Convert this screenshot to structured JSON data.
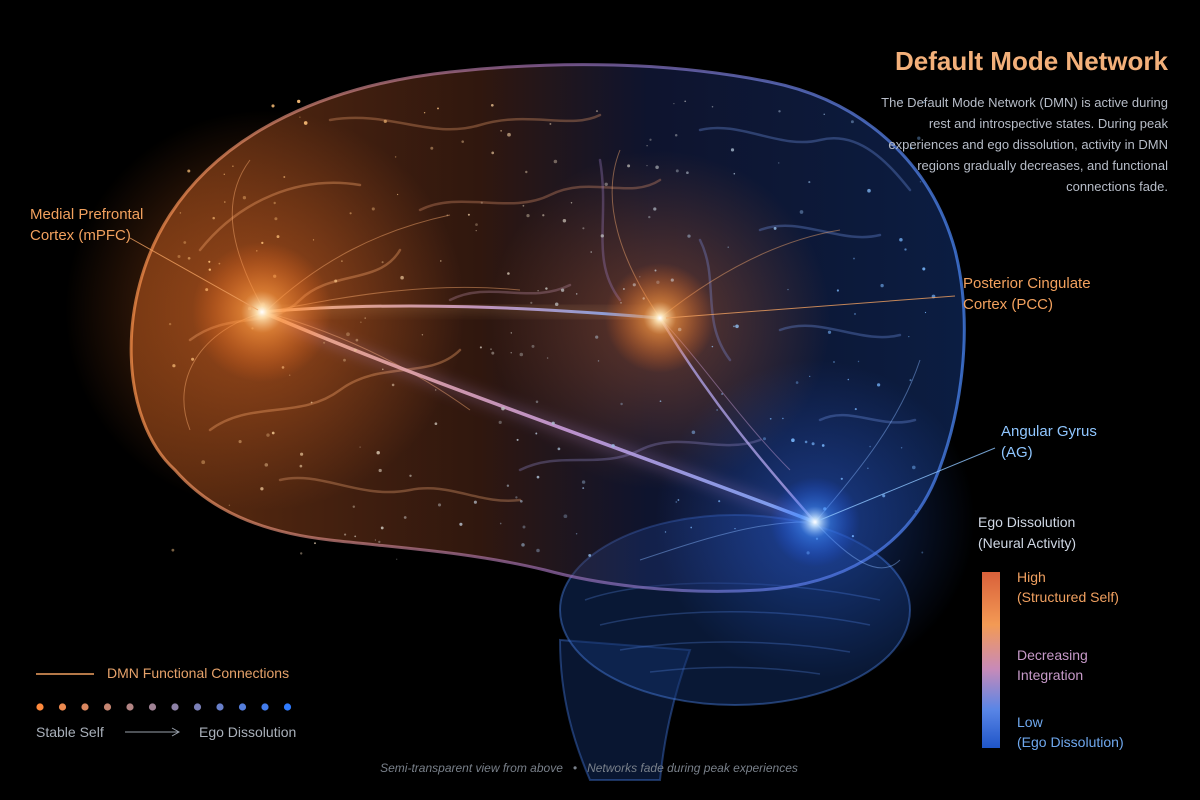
{
  "title": "Default Mode Network",
  "description": "The Default Mode Network (DMN) is active during rest and introspective states. During peak experiences and ego dissolution, activity in DMN regions gradually decreases, and functional connections fade.",
  "regions": {
    "mpfc": {
      "line1": "Medial Prefrontal",
      "line2": "Cortex (mPFC)"
    },
    "pcc": {
      "line1": "Posterior Cingulate",
      "line2": "Cortex (PCC)"
    },
    "ag": {
      "line1": "Angular Gyrus",
      "line2": "(AG)"
    }
  },
  "scale": {
    "title_line1": "Ego Dissolution",
    "title_line2": "(Neural Activity)",
    "high_line1": "High",
    "high_line2": "(Structured Self)",
    "mid_line1": "Decreasing",
    "mid_line2": "Integration",
    "low_line1": "Low",
    "low_line2": "(Ego Dissolution)"
  },
  "legend": {
    "connections": "DMN Functional Connections",
    "from": "Stable Self",
    "to": "Ego Dissolution",
    "dot_count": 12
  },
  "footer": {
    "part1": "Semi-transparent view from above",
    "separator": "•",
    "part2": "Networks fade during peak experiences"
  },
  "colors": {
    "warm": "#ff8a3d",
    "cool": "#2f7bff",
    "background": "#000000"
  }
}
